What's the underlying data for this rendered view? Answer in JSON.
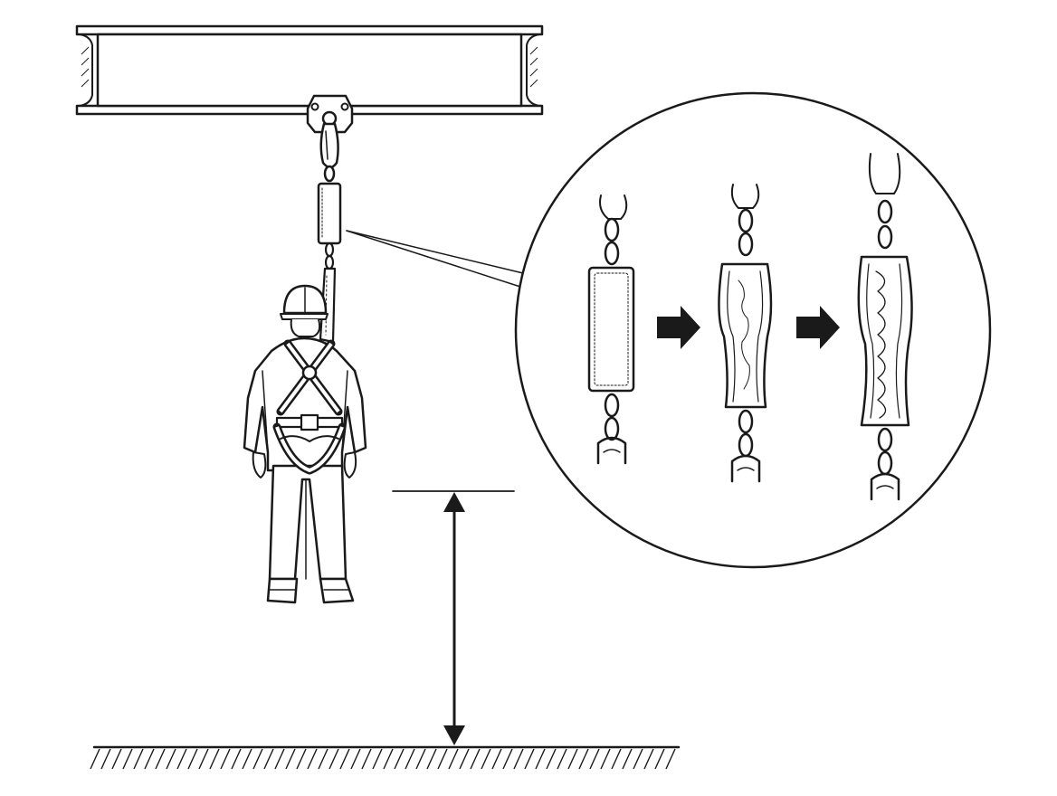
{
  "figure": {
    "subject": "fall-arrest-system",
    "colors": {
      "ink": "#1a1a1a",
      "paper": "#ffffff"
    },
    "icons": [
      "steel-beam",
      "anchor-plate",
      "carabiner",
      "shock-absorber",
      "worker",
      "safety-harness",
      "clearance-arrow",
      "ground-hatch",
      "detail-callout",
      "progression-arrow"
    ],
    "detail_stages": 3
  }
}
